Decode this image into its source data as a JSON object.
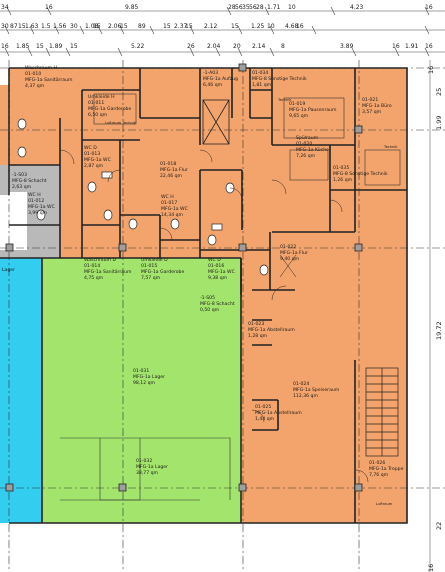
{
  "colors": {
    "room_orange": "#f3a46c",
    "storage_green": "#a3e46c",
    "stair_cyan": "#33cdf0",
    "corridor_gray": "#b9b9b9",
    "wall": "#222222",
    "outside_white": "#ffffff",
    "column_gray": "#9e9e9e"
  },
  "dimensions": {
    "top_row_1": [
      "34",
      "16",
      "9.85",
      "28",
      "56",
      "35",
      "56",
      "28",
      "1.71",
      "10",
      "4.23",
      "16"
    ],
    "top_row_2": [
      "30",
      "87",
      "15",
      "1.63",
      "1.5",
      "1.56",
      "30",
      "1.08",
      "15",
      "2.06",
      "15",
      "89",
      "15",
      "2.37",
      "15",
      "2.12",
      "15",
      "1.25",
      "10",
      "4.68",
      "16"
    ],
    "top_row_3": [
      "16",
      "1.85",
      "15",
      "1.89",
      "15",
      "5.22",
      "26",
      "2.04",
      "20",
      "2.14",
      "8",
      "3.89",
      "16",
      "1.91",
      "16"
    ],
    "right_side": [
      "16",
      "25",
      "1.99",
      "19.72",
      "22",
      "16"
    ]
  },
  "rooms": [
    {
      "name": "Waschraum H",
      "id": "01-010",
      "use": "MFG-1a Sanitärraum",
      "area": "4,37 qm"
    },
    {
      "name": "Umkleide H",
      "id": "01-011",
      "use": "MFG-1a Garderobe",
      "area": "6,50 qm"
    },
    {
      "name": "",
      "id": "-1-A03",
      "use": "MFG-1a Aufzug",
      "area": "6,46 qm"
    },
    {
      "name": "",
      "id": "01-034",
      "use": "MFG-8 Sonstige Technik",
      "area": "1,81 qm"
    },
    {
      "name": "",
      "id": "01-019",
      "use": "MFG-1a Pausenraum",
      "area": "9,65 qm"
    },
    {
      "name": "",
      "id": "01-021",
      "use": "MFG-1a Büro",
      "area": "3,57 qm"
    },
    {
      "name": "Spülraum",
      "id": "01-020",
      "use": "MFG-1a Küche",
      "area": "7,26 qm"
    },
    {
      "name": "",
      "id": "01-035",
      "use": "MFG-8 Sonstige Technik",
      "area": "1,26 qm"
    },
    {
      "name": "WC D",
      "id": "01-013",
      "use": "MFG-1a WC",
      "area": "2,87 qm"
    },
    {
      "name": "",
      "id": "01-018",
      "use": "MFG-1a Flur",
      "area": "22,46 qm"
    },
    {
      "name": "",
      "id": "-1-S03",
      "use": "MFG-8 Schacht",
      "area": "2,63 qm"
    },
    {
      "name": "WC H",
      "id": "01-012",
      "use": "MFG-1a WC",
      "area": "3,99 qm"
    },
    {
      "name": "WC H",
      "id": "01-017",
      "use": "MFG-1a WC",
      "area": "14,34 qm"
    },
    {
      "name": "",
      "id": "01-022",
      "use": "MFG-1a Flur",
      "area": "9,40 qm"
    },
    {
      "name": "Waschraum D",
      "id": "01-014",
      "use": "MFG-1a Sanitärraum",
      "area": "4,75 qm"
    },
    {
      "name": "Umkleide D",
      "id": "01-015",
      "use": "MFG-1a Garderobe",
      "area": "7,57 qm"
    },
    {
      "name": "WC D",
      "id": "01-016",
      "use": "MFG-1a WC",
      "area": "9,38 qm"
    },
    {
      "name": "",
      "id": "-1-S05",
      "use": "MFG-8 Schacht",
      "area": "0,50 qm"
    },
    {
      "name": "",
      "id": "01-023",
      "use": "MFG-1a Abstellraum",
      "area": "1,28 qm"
    },
    {
      "name": "",
      "id": "01-031",
      "use": "MFG-1a Lager",
      "area": "98,12 qm"
    },
    {
      "name": "",
      "id": "01-024",
      "use": "MFG-1a Speiseraum",
      "area": "112,36 qm"
    },
    {
      "name": "",
      "id": "01-025",
      "use": "MFG-1a Abstellraum",
      "area": "1,44 qm"
    },
    {
      "name": "",
      "id": "01-032",
      "use": "MFG-1a Lager",
      "area": "38,77 qm"
    },
    {
      "name": "",
      "id": "01-026",
      "use": "MFG-1a Treppe",
      "area": "7,76 qm"
    }
  ],
  "labels": {
    "lager": "Lager",
    "technik_1": "Technik",
    "technik_2": "Technik",
    "luftraum_technik": "Luftraum Technik",
    "luftraum": "Luftraum"
  }
}
